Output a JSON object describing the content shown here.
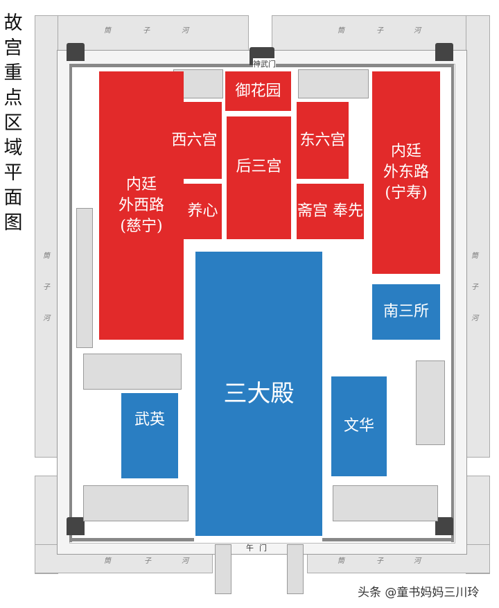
{
  "title_chars": [
    "故",
    "宫",
    "重",
    "点",
    "区",
    "域",
    "平",
    "面",
    "图"
  ],
  "moat_label": "筒子河",
  "moat_label_chars": [
    "筒",
    "子",
    "河"
  ],
  "gates": {
    "north": "神武门",
    "south": "午门"
  },
  "regions": {
    "west_outer": {
      "lines": [
        "内廷",
        "外西路",
        "(慈宁)"
      ],
      "color": "#e22a2a"
    },
    "west_six": {
      "label": "西六宫",
      "color": "#e22a2a"
    },
    "yangxin": {
      "label": "养心",
      "color": "#e22a2a"
    },
    "imperial_garden": {
      "label": "御花园",
      "color": "#e22a2a"
    },
    "rear_three": {
      "label": "后三宫",
      "color": "#e22a2a"
    },
    "east_six": {
      "label": "东六宫",
      "color": "#e22a2a"
    },
    "zhaigong": {
      "label": "斋宫 奉先",
      "color": "#e22a2a"
    },
    "east_outer": {
      "lines": [
        "内廷",
        "外东路",
        "(宁寿)"
      ],
      "color": "#e22a2a"
    },
    "nansan": {
      "label": "南三所",
      "color": "#2a7ec2"
    },
    "three_halls": {
      "label": "三大殿",
      "color": "#2a7ec2"
    },
    "wuying": {
      "label": "武英",
      "color": "#2a7ec2"
    },
    "wenhua": {
      "label": "文华",
      "color": "#2a7ec2"
    }
  },
  "watermark": "头条 @童书妈妈三川玲"
}
